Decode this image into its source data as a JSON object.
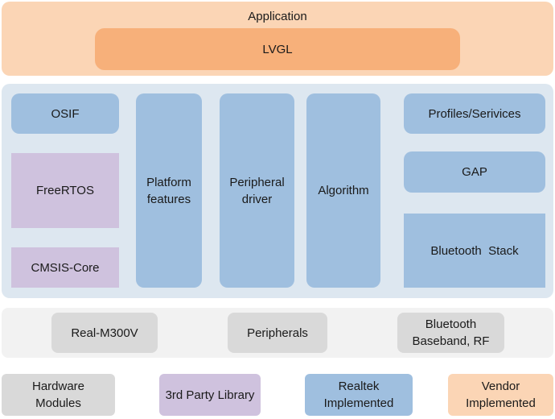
{
  "application_layer": {
    "label": "Application",
    "lvgl": "LVGL"
  },
  "middleware": {
    "osif": "OSIF",
    "freertos": "FreeRTOS",
    "cmsis_core": "CMSIS-Core",
    "platform_features": "Platform\nfeatures",
    "peripheral_driver": "Peripheral\ndriver",
    "algorithm": "Algorithm",
    "profiles_services": "Profiles/Serivices",
    "gap": "GAP",
    "bluetooth_stack": "Bluetooth  Stack"
  },
  "hardware_layer": {
    "real_m300v": "Real-M300V",
    "peripherals": "Peripherals",
    "bt_baseband_rf": "Bluetooth\nBaseband, RF"
  },
  "legend": {
    "hardware_modules": "Hardware\nModules",
    "third_party": "3rd Party Library",
    "realtek": "Realtek\nImplemented",
    "vendor": "Vendor\nImplemented"
  },
  "colors": {
    "application": "#fbd5b5",
    "lvgl": "#f7b07a",
    "realtek_blue": "#9fbfdf",
    "third_party_purple": "#cfc2de",
    "hardware_gray": "#d9d9d9",
    "middleware_bg": "#dde7f0"
  }
}
